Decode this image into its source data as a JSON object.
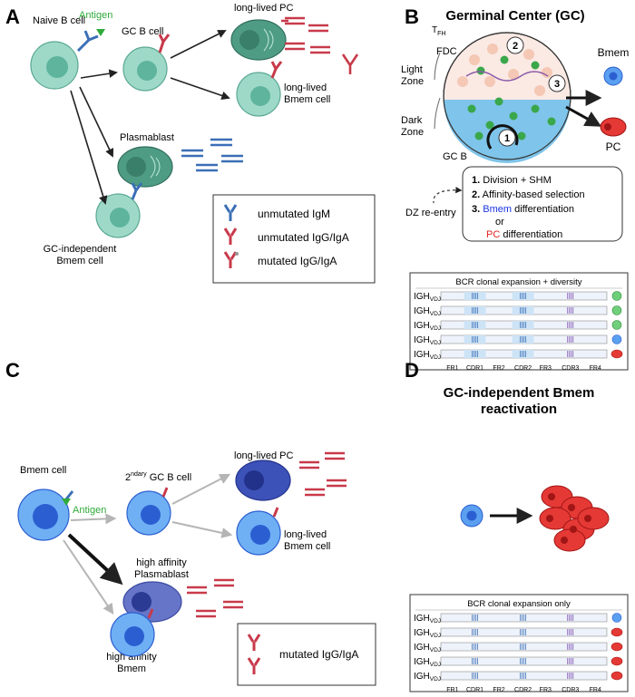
{
  "panel_a": {
    "letter": "A",
    "naive_b_cell": "Naive B cell",
    "antigen": "Antigen",
    "gc_b_cell": "GC B cell",
    "long_lived_pc": "long-lived PC",
    "long_lived_bmem": "long-lived\nBmem cell",
    "plasmablast": "Plasmablast",
    "gc_independent_bmem": "GC-independent\nBmem cell",
    "legend": [
      "unmutated IgM",
      "unmutated IgG/IgA",
      "mutated IgG/IgA"
    ]
  },
  "panel_b": {
    "letter": "B",
    "title": "Germinal Center (GC)",
    "tfh": "T",
    "tfh_sub": "FH",
    "fdc": "FDC",
    "light_zone": "Light\nZone",
    "dark_zone": "Dark\nZone",
    "gc_b": "GC B",
    "bmem": "Bmem",
    "pc": "PC",
    "step_markers": [
      "1",
      "2",
      "3"
    ],
    "steps": [
      {
        "num": "1.",
        "text": "Division + SHM"
      },
      {
        "num": "2.",
        "text": "Affinity-based selection"
      },
      {
        "num": "3.",
        "text": "differentiation",
        "highlight": "Bmem"
      }
    ],
    "or": "or",
    "pc_diff_highlight": "PC",
    "pc_diff_text": " differentiation",
    "dz_reentry": "DZ re-entry",
    "colors": {
      "bmem_text": "#1a33e6",
      "pc_text": "#e62020"
    }
  },
  "igh_b": {
    "title": "BCR clonal expansion + diversity",
    "row_label": "IGH",
    "row_sub": "VDJ",
    "regions": [
      "FR1",
      "CDR1",
      "FR2",
      "CDR2",
      "FR3",
      "CDR3",
      "FR4"
    ],
    "row_cells": [
      "gc-b-cell",
      "gc-b-cell",
      "gc-b-cell",
      "bmem-cell",
      "plasma-cell"
    ]
  },
  "panel_c": {
    "letter": "C",
    "bmem_cell": "Bmem cell",
    "antigen": "Antigen",
    "secondary_prefix": "2",
    "secondary_sup": "ndary",
    "secondary_suffix": " GC B cell",
    "long_lived_pc": "long-lived PC",
    "long_lived_bmem": "long-lived\nBmem cell",
    "high_affinity_plasmablast": "high affinity\nPlasmablast",
    "high_affinity_bmem": "high affinity\nBmem",
    "legend": [
      "mutated IgG/IgA"
    ]
  },
  "panel_d": {
    "letter": "D",
    "title": "GC-independent Bmem\nreactivation"
  },
  "igh_d": {
    "title": "BCR clonal expansion only",
    "row_label": "IGH",
    "row_sub": "VDJ",
    "regions": [
      "FR1",
      "CDR1",
      "FR2",
      "CDR2",
      "FR3",
      "CDR3",
      "FR4"
    ],
    "row_cells": [
      "bmem-cell",
      "plasma-cell",
      "plasma-cell",
      "plasma-cell",
      "plasma-cell"
    ]
  },
  "colors": {
    "naive_cell": "#8fd3c2",
    "naive_nucleus": "#5fb9a3",
    "plasma_green": "#4f9c84",
    "bmem_blue": "#5b9ff0",
    "bmem_nucleus": "#2b5fd1",
    "plasma_blue": "#6675c8",
    "pc_red": "#e53935",
    "ab_blue": "#3b6fb6",
    "ab_red": "#c83a4a",
    "gc_zone": "#7fc4ea"
  }
}
